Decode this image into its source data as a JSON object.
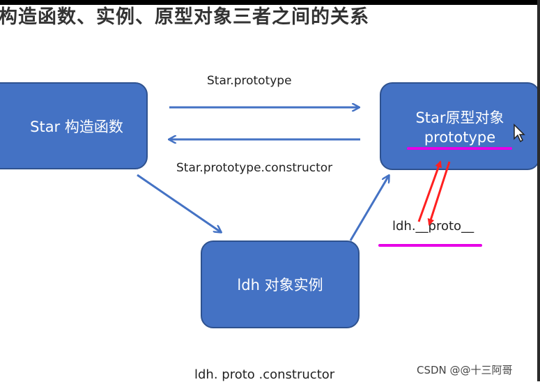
{
  "title": "构造函数、实例、原型对象三者之间的关系",
  "nodes": {
    "constructor": "Star 构造函数",
    "prototype_line1": "Star原型对象",
    "prototype_line2": "prototype",
    "instance": "ldh 对象实例"
  },
  "edge_labels": {
    "prototype_link": "Star.prototype",
    "constructor_link": "Star.prototype.constructor",
    "proto_link": "ldh.__proto__"
  },
  "footer_text": "ldh.   proto   .constructor",
  "watermark": "CSDN @@十三阿哥",
  "colors": {
    "node_fill": "#4472c4",
    "arrow": "#4472c4",
    "highlight_underline": "#e600e6",
    "annotation_arrow": "#ff2020"
  }
}
